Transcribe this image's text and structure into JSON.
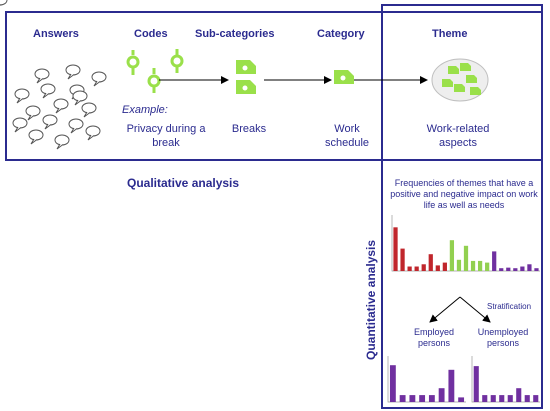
{
  "stages": {
    "answers": {
      "label": "Answers"
    },
    "codes": {
      "label": "Codes",
      "example_label": "Example:",
      "example_text": "Privacy during a break"
    },
    "subcategories": {
      "label": "Sub-categories",
      "text": "Breaks"
    },
    "category": {
      "label": "Category",
      "text": "Work schedule"
    },
    "theme": {
      "label": "Theme",
      "text": "Work-related aspects"
    }
  },
  "qualitative_label": "Qualitative analysis",
  "quantitative_label": "Quantitative analysis",
  "frequency_caption": "Frequencies of themes that have a positive and negative impact on work life as well as needs",
  "stratification_label": "Stratification",
  "groups": {
    "employed": "Employed persons",
    "unemployed": "Unemployed persons"
  },
  "colors": {
    "frame": "#2b2b8f",
    "icon_green": "#9ae04a",
    "bar_red": "#c0262c",
    "bar_green": "#92d050",
    "bar_purple": "#7030a0"
  },
  "chart_data": [
    {
      "type": "bar",
      "series": [
        {
          "values": [
            78,
            40,
            8,
            8,
            12,
            30,
            10,
            15,
            55,
            20,
            45,
            18,
            18,
            15,
            35,
            5,
            6,
            5,
            8,
            12,
            5
          ]
        }
      ],
      "colors": [
        "red",
        "red",
        "red",
        "red",
        "red",
        "red",
        "red",
        "red",
        "green",
        "green",
        "green",
        "green",
        "green",
        "green",
        "purple",
        "purple",
        "purple",
        "purple",
        "purple",
        "purple",
        "purple"
      ],
      "ylim": [
        0,
        100
      ]
    },
    {
      "type": "bar",
      "series": [
        {
          "values": [
            80,
            15,
            15,
            15,
            15,
            30,
            70,
            10
          ]
        }
      ],
      "ylim": [
        0,
        100
      ]
    },
    {
      "type": "bar",
      "series": [
        {
          "values": [
            78,
            15,
            15,
            15,
            15,
            30,
            15,
            15
          ]
        }
      ],
      "ylim": [
        0,
        100
      ]
    }
  ]
}
